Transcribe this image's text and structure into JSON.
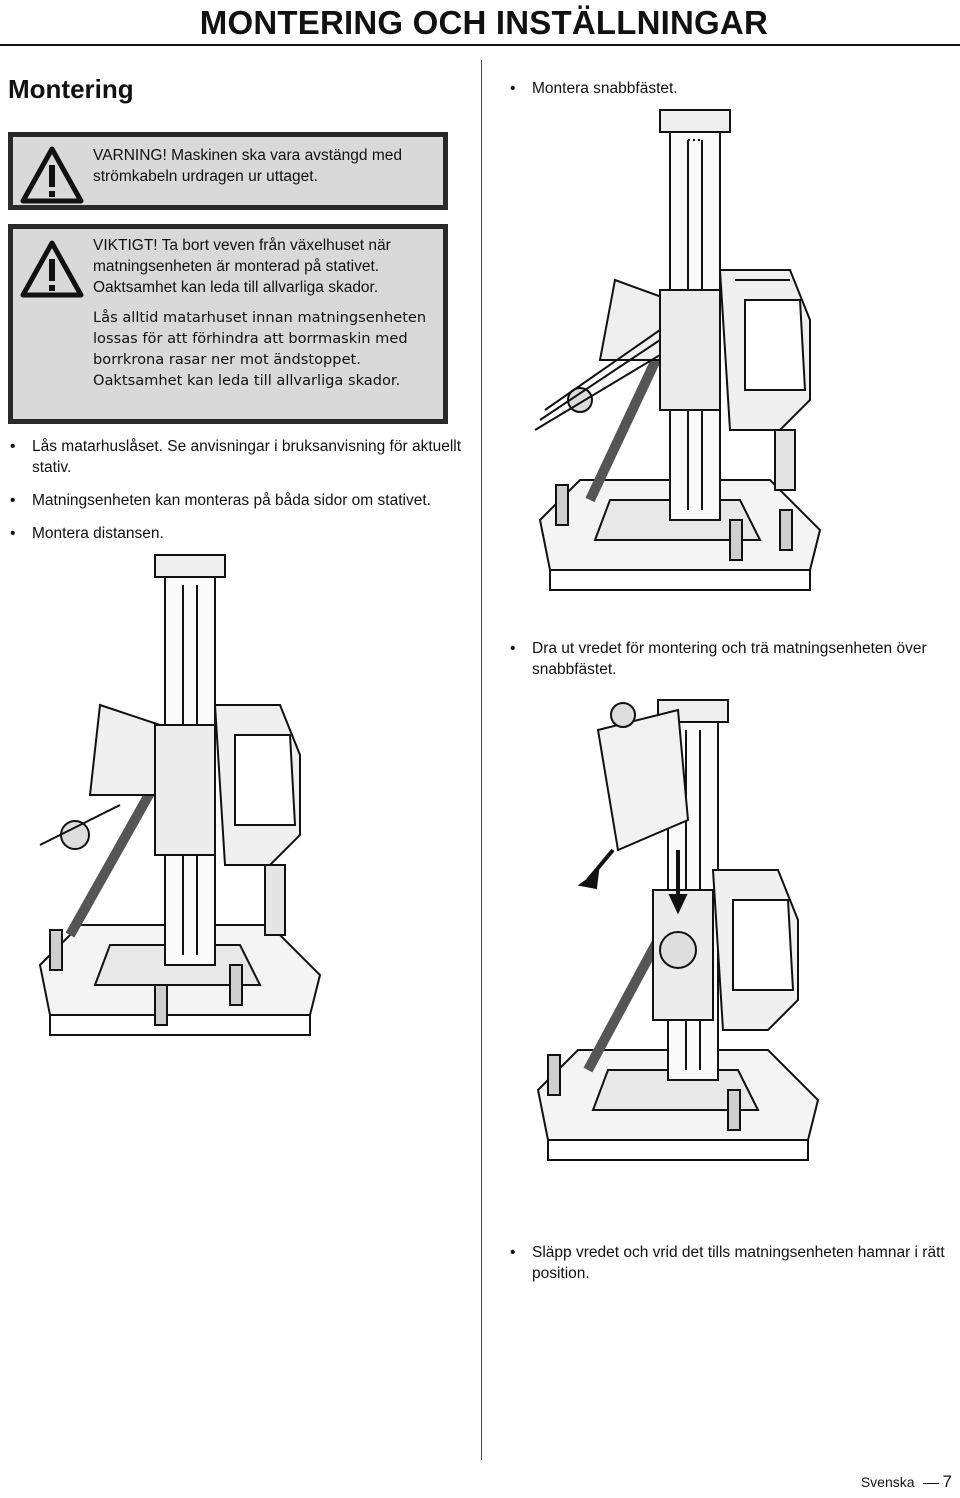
{
  "header": {
    "title": "MONTERING OCH INSTÄLLNINGAR"
  },
  "section": {
    "title": "Montering"
  },
  "warnings": {
    "warning1": {
      "text": "VARNING! Maskinen ska vara avstängd med strömkabeln urdragen ur uttaget.",
      "icon": "warning-triangle-icon"
    },
    "warning2": {
      "text1": "VIKTIGT! Ta bort veven från växelhuset när matningsenheten är monterad på stativet. Oaktsamhet kan leda till allvarliga skador.",
      "text2": "Lås alltid matarhuset innan matningsenheten lossas för att förhindra att borrmaskin med borrkrona rasar ner mot ändstoppet. Oaktsamhet kan leda till allvarliga skador.",
      "icon": "warning-triangle-icon"
    }
  },
  "left_bullets": [
    "Lås matarhuslåset. Se anvisningar i bruksanvisning för aktuellt stativ.",
    "Matningsenheten kan monteras på båda sidor om stativet.",
    "Montera distansen."
  ],
  "right_bullets": {
    "b1": "Montera snabbfästet.",
    "b2": "Dra ut vredet för montering och trä matningsenheten över snabbfästet.",
    "b3": "Släpp vredet och vrid det tills matningsenheten hamnar i rätt position."
  },
  "footer": {
    "language": "Svenska",
    "page": "7"
  },
  "colors": {
    "box_fill": "#d9d9d9",
    "box_border": "#2a2a2a",
    "text": "#111111"
  }
}
